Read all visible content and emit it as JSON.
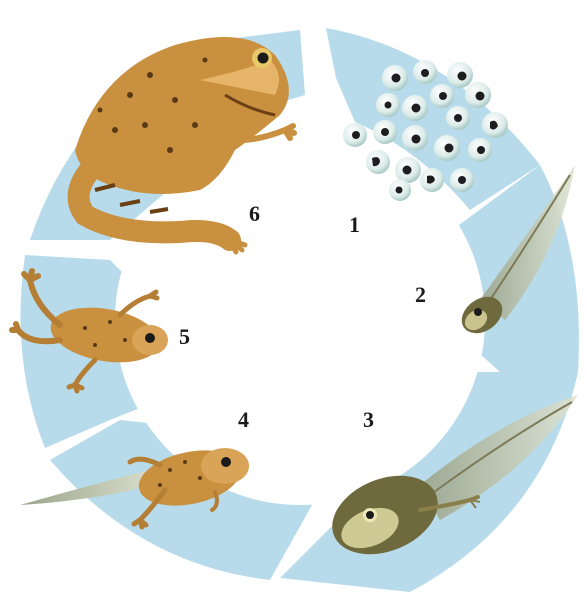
{
  "diagram": {
    "stages": [
      {
        "label": "1",
        "depicts": "frog-eggs"
      },
      {
        "label": "2",
        "depicts": "young-tadpole"
      },
      {
        "label": "3",
        "depicts": "tadpole-with-hind-legs"
      },
      {
        "label": "4",
        "depicts": "froglet-with-tail"
      },
      {
        "label": "5",
        "depicts": "young-frog"
      },
      {
        "label": "6",
        "depicts": "adult-frog"
      }
    ]
  },
  "colors": {
    "ring": "#b7dbea",
    "background": "#ffffff",
    "frog_body": "#c8903f",
    "frog_light": "#e7b56a",
    "tadpole": "#6f6a3d",
    "egg": "#e4f1ef",
    "label": "#1a1a1a"
  }
}
